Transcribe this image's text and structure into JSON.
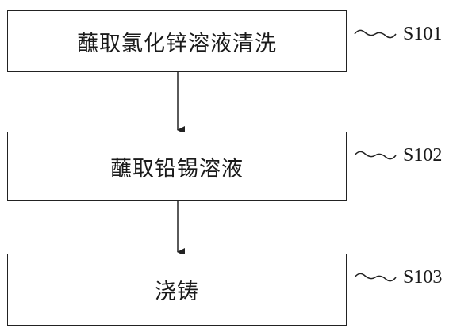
{
  "steps": [
    {
      "text": "蘸取氯化锌溶液清洗",
      "label": "S101"
    },
    {
      "text": "蘸取铅锡溶液",
      "label": "S102"
    },
    {
      "text": "浇铸",
      "label": "S103"
    }
  ]
}
